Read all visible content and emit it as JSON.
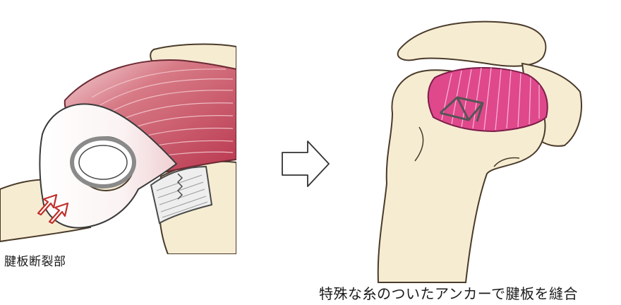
{
  "labels": {
    "tear_site": "腱板断裂部",
    "repair_caption": "特殊な糸のついたアンカーで腱板を縫合"
  },
  "colors": {
    "bone_fill": "#f6ecd2",
    "bone_stroke": "#4a3b2a",
    "muscle_red": "#c7566a",
    "repaired_pink": "#e0488c",
    "suture_gray": "#555555",
    "arrow_red": "#c0302a"
  },
  "icons": {
    "process_arrow": "right-arrow-outline",
    "tear_arrows": "up-right-double-arrow"
  }
}
